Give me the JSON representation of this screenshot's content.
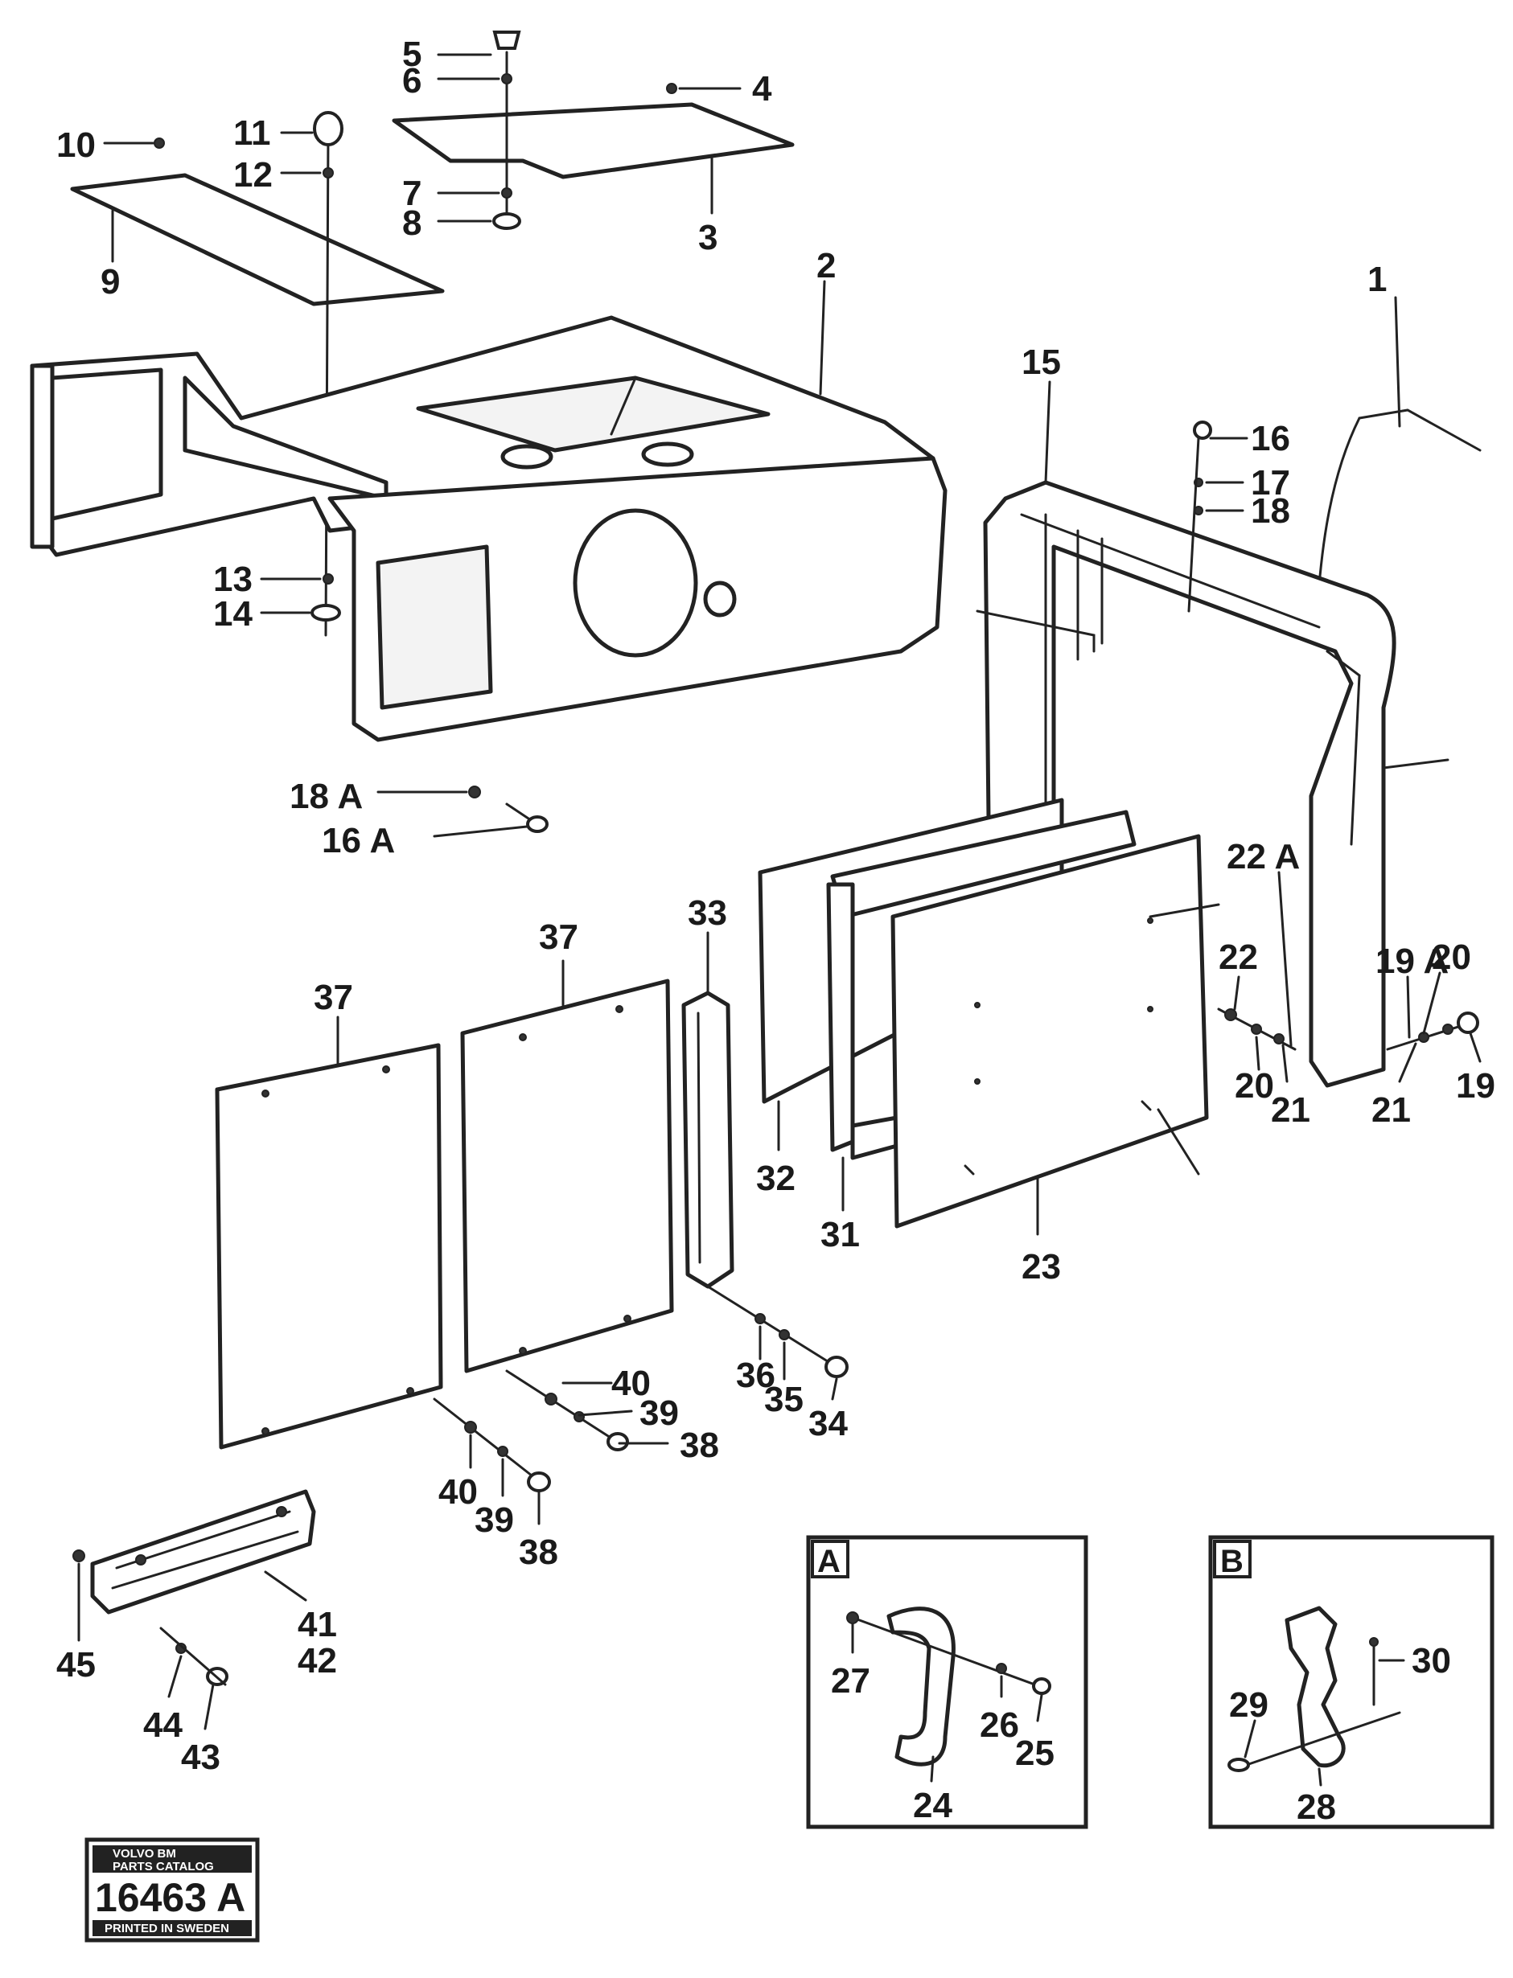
{
  "diagram": {
    "callouts": [
      "1",
      "2",
      "3",
      "4",
      "5",
      "6",
      "7",
      "8",
      "9",
      "10",
      "11",
      "12",
      "13",
      "14",
      "15",
      "16",
      "16 A",
      "17",
      "18",
      "18 A",
      "19",
      "19 A",
      "20",
      "20",
      "21",
      "21",
      "22",
      "22 A",
      "23",
      "24",
      "25",
      "26",
      "27",
      "28",
      "29",
      "30",
      "31",
      "32",
      "33",
      "34",
      "35",
      "36",
      "37",
      "37",
      "38",
      "38",
      "39",
      "39",
      "40",
      "40",
      "41",
      "42",
      "43",
      "44",
      "45"
    ],
    "detail_tags": {
      "a": "A",
      "b": "B"
    },
    "stamp": {
      "brand_line": "VOLVO BM",
      "sub_line": "PARTS CATALOG",
      "code": "16463 A",
      "footer_line": "PRINTED IN SWEDEN"
    }
  }
}
